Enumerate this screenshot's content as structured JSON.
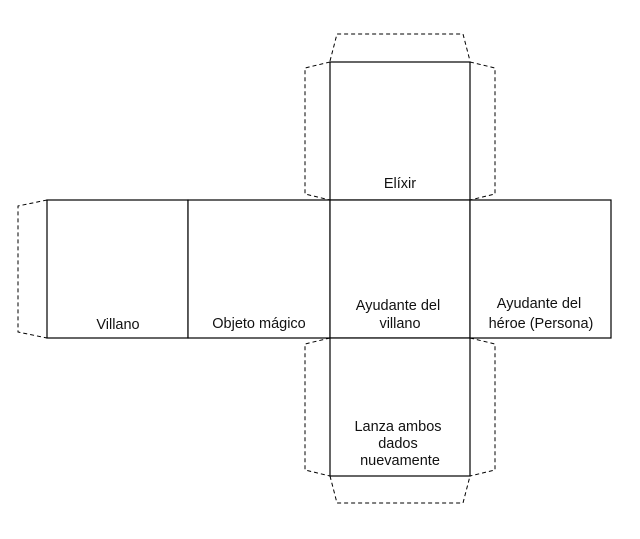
{
  "faces": {
    "villano": [
      "Villano"
    ],
    "objeto_magico": [
      "Objeto mágico"
    ],
    "elixir": [
      "Elíxir"
    ],
    "ayudante_villano": [
      "Ayudante del",
      "villano"
    ],
    "ayudante_heroe": [
      "Ayudante del",
      "héroe (Persona)"
    ],
    "lanza_dados": [
      "Lanza ambos",
      "dados",
      "nuevamente"
    ]
  }
}
